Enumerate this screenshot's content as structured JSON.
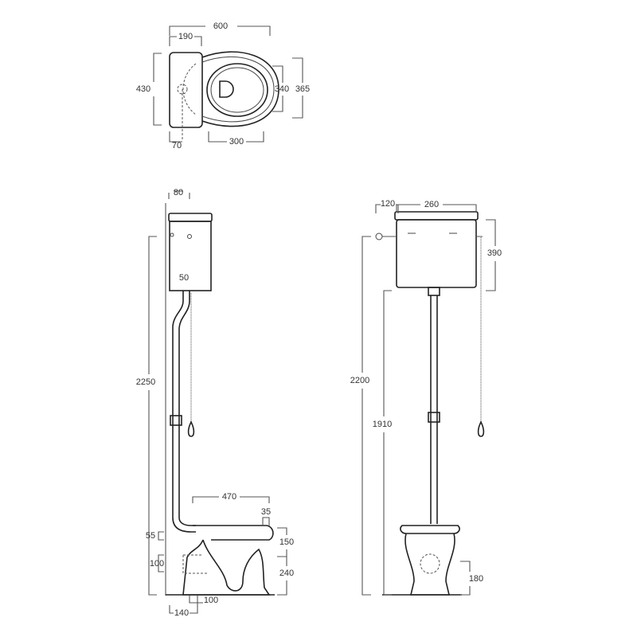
{
  "title": "High-level cistern toilet dimensional drawing",
  "top_view": {
    "dims": {
      "overall_length": "600",
      "cistern_depth": "190",
      "cistern_width": "430",
      "seat_width": "340",
      "bowl_width": "365",
      "outlet_offset": "70",
      "bowl_length": "300"
    }
  },
  "side_view": {
    "dims": {
      "cistern_depth": "80",
      "total_height": "2250",
      "pipe_offset": "50",
      "bowl_projection": "470",
      "rim": "35",
      "inlet_height": "55",
      "outlet_height": "100",
      "rim_height": "150",
      "base_height": "240",
      "outlet_width": "100",
      "outlet_distance": "140"
    }
  },
  "front_view": {
    "dims": {
      "wall_offset": "120",
      "cistern_width": "260",
      "cistern_height": "390",
      "total_height": "2200",
      "cistern_base_height": "1910",
      "bowl_height": "180"
    }
  }
}
